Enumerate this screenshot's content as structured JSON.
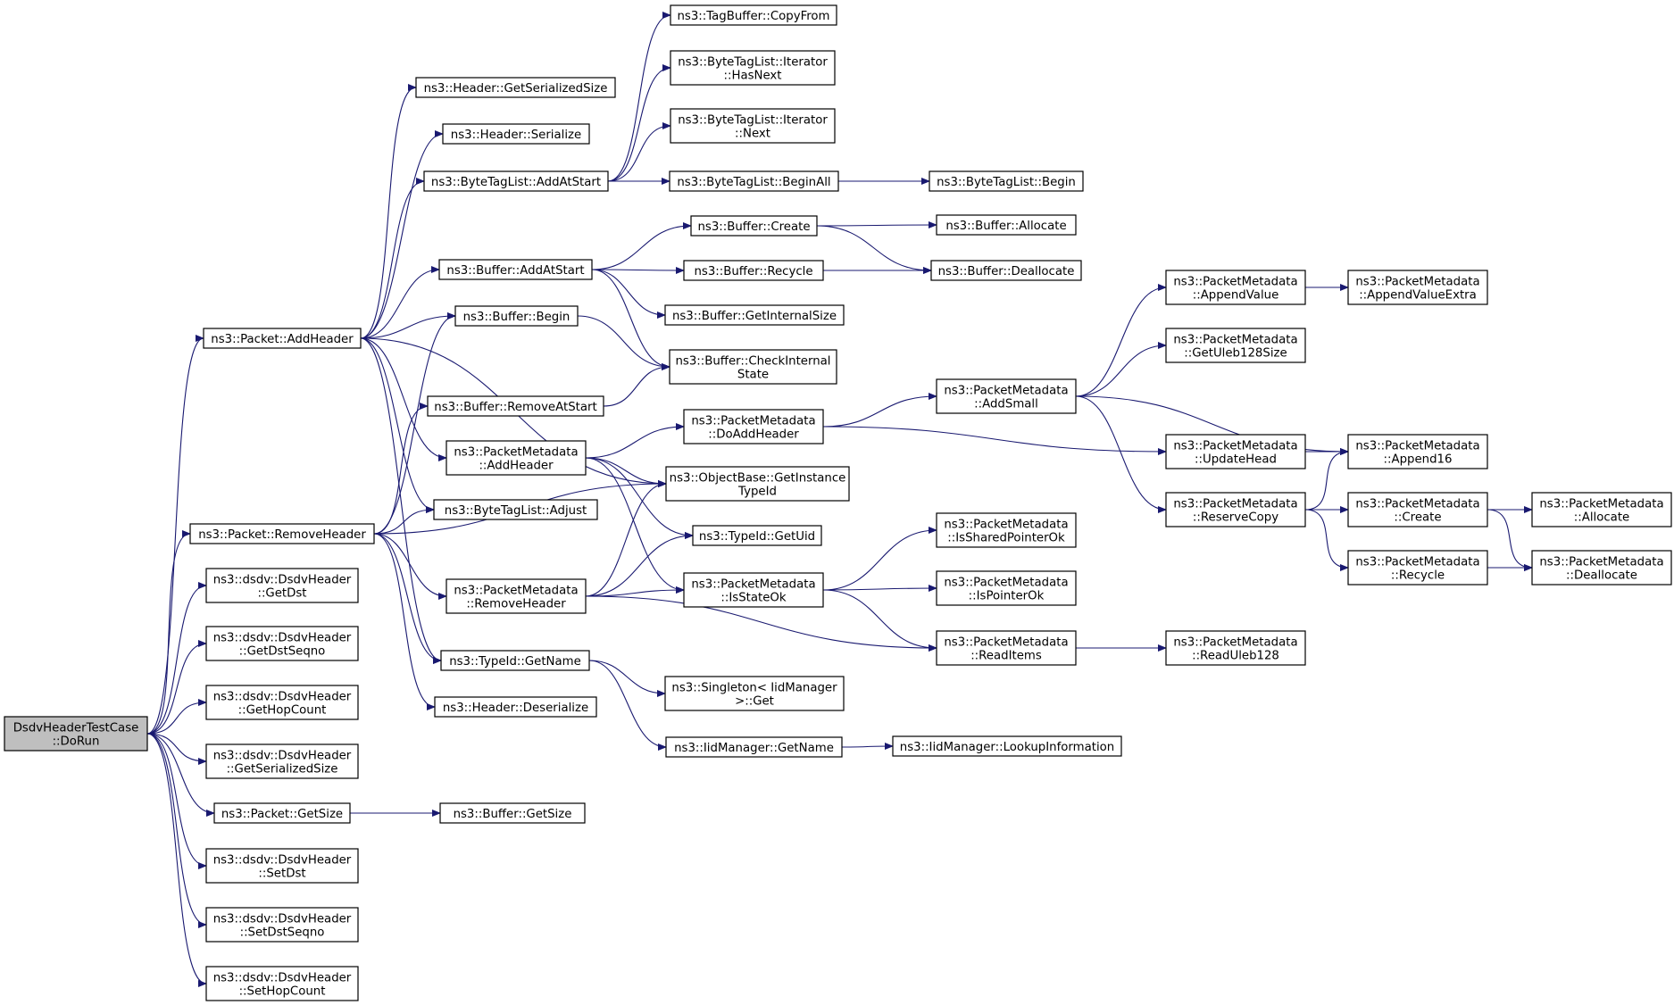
{
  "colors": {
    "edge": "#191970",
    "node_border": "#000000",
    "node_fill": "#ffffff",
    "root_fill": "#bfbfbf"
  },
  "nodes": [
    {
      "id": "root",
      "lines": [
        "DsdvHeaderTestCase",
        "::DoRun"
      ],
      "root": true
    },
    {
      "id": "packet_addheader",
      "lines": [
        "ns3::Packet::AddHeader"
      ]
    },
    {
      "id": "packet_removeheader",
      "lines": [
        "ns3::Packet::RemoveHeader"
      ]
    },
    {
      "id": "dsdv_getdst",
      "lines": [
        "ns3::dsdv::DsdvHeader",
        "::GetDst"
      ]
    },
    {
      "id": "dsdv_getdstseqno",
      "lines": [
        "ns3::dsdv::DsdvHeader",
        "::GetDstSeqno"
      ]
    },
    {
      "id": "dsdv_gethopcount",
      "lines": [
        "ns3::dsdv::DsdvHeader",
        "::GetHopCount"
      ]
    },
    {
      "id": "dsdv_getserializedsize",
      "lines": [
        "ns3::dsdv::DsdvHeader",
        "::GetSerializedSize"
      ]
    },
    {
      "id": "packet_getsize",
      "lines": [
        "ns3::Packet::GetSize"
      ]
    },
    {
      "id": "dsdv_setdst",
      "lines": [
        "ns3::dsdv::DsdvHeader",
        "::SetDst"
      ]
    },
    {
      "id": "dsdv_setdstseqno",
      "lines": [
        "ns3::dsdv::DsdvHeader",
        "::SetDstSeqno"
      ]
    },
    {
      "id": "dsdv_sethopcount",
      "lines": [
        "ns3::dsdv::DsdvHeader",
        "::SetHopCount"
      ]
    },
    {
      "id": "header_getserializedsize",
      "lines": [
        "ns3::Header::GetSerializedSize"
      ]
    },
    {
      "id": "header_serialize",
      "lines": [
        "ns3::Header::Serialize"
      ]
    },
    {
      "id": "bytetaglist_addatstart",
      "lines": [
        "ns3::ByteTagList::AddAtStart"
      ]
    },
    {
      "id": "buffer_addatstart",
      "lines": [
        "ns3::Buffer::AddAtStart"
      ]
    },
    {
      "id": "buffer_begin",
      "lines": [
        "ns3::Buffer::Begin"
      ]
    },
    {
      "id": "buffer_removeatstart",
      "lines": [
        "ns3::Buffer::RemoveAtStart"
      ]
    },
    {
      "id": "packetmetadata_addheader",
      "lines": [
        "ns3::PacketMetadata",
        "::AddHeader"
      ]
    },
    {
      "id": "bytetaglist_adjust",
      "lines": [
        "ns3::ByteTagList::Adjust"
      ]
    },
    {
      "id": "packetmetadata_removeheader",
      "lines": [
        "ns3::PacketMetadata",
        "::RemoveHeader"
      ]
    },
    {
      "id": "typeid_getname",
      "lines": [
        "ns3::TypeId::GetName"
      ]
    },
    {
      "id": "header_deserialize",
      "lines": [
        "ns3::Header::Deserialize"
      ]
    },
    {
      "id": "buffer_getsize",
      "lines": [
        "ns3::Buffer::GetSize"
      ]
    },
    {
      "id": "tagbuffer_copyfrom",
      "lines": [
        "ns3::TagBuffer::CopyFrom"
      ]
    },
    {
      "id": "bytetaglist_iterator_hasnext",
      "lines": [
        "ns3::ByteTagList::Iterator",
        "::HasNext"
      ]
    },
    {
      "id": "bytetaglist_iterator_next",
      "lines": [
        "ns3::ByteTagList::Iterator",
        "::Next"
      ]
    },
    {
      "id": "bytetaglist_beginall",
      "lines": [
        "ns3::ByteTagList::BeginAll"
      ]
    },
    {
      "id": "buffer_create",
      "lines": [
        "ns3::Buffer::Create"
      ]
    },
    {
      "id": "buffer_recycle",
      "lines": [
        "ns3::Buffer::Recycle"
      ]
    },
    {
      "id": "buffer_getinternalsize",
      "lines": [
        "ns3::Buffer::GetInternalSize"
      ]
    },
    {
      "id": "buffer_checkinternalstate",
      "lines": [
        "ns3::Buffer::CheckInternal",
        "State"
      ]
    },
    {
      "id": "packetmetadata_doaddheader",
      "lines": [
        "ns3::PacketMetadata",
        "::DoAddHeader"
      ]
    },
    {
      "id": "objectbase_getinstancetypeid",
      "lines": [
        "ns3::ObjectBase::GetInstance",
        "TypeId"
      ]
    },
    {
      "id": "typeid_getuid",
      "lines": [
        "ns3::TypeId::GetUid"
      ]
    },
    {
      "id": "packetmetadata_isstateok",
      "lines": [
        "ns3::PacketMetadata",
        "::IsStateOk"
      ]
    },
    {
      "id": "singleton_get",
      "lines": [
        "ns3::Singleton< IidManager",
        ">::Get"
      ]
    },
    {
      "id": "iidmanager_getname",
      "lines": [
        "ns3::IidManager::GetName"
      ]
    },
    {
      "id": "bytetaglist_begin",
      "lines": [
        "ns3::ByteTagList::Begin"
      ]
    },
    {
      "id": "buffer_allocate",
      "lines": [
        "ns3::Buffer::Allocate"
      ]
    },
    {
      "id": "buffer_deallocate",
      "lines": [
        "ns3::Buffer::Deallocate"
      ]
    },
    {
      "id": "packetmetadata_addsmall",
      "lines": [
        "ns3::PacketMetadata",
        "::AddSmall"
      ]
    },
    {
      "id": "packetmetadata_issharedpointerok",
      "lines": [
        "ns3::PacketMetadata",
        "::IsSharedPointerOk"
      ]
    },
    {
      "id": "packetmetadata_ispointerok",
      "lines": [
        "ns3::PacketMetadata",
        "::IsPointerOk"
      ]
    },
    {
      "id": "packetmetadata_readitems",
      "lines": [
        "ns3::PacketMetadata",
        "::ReadItems"
      ]
    },
    {
      "id": "iidmanager_lookupinformation",
      "lines": [
        "ns3::IidManager::LookupInformation"
      ]
    },
    {
      "id": "packetmetadata_appendvalue",
      "lines": [
        "ns3::PacketMetadata",
        "::AppendValue"
      ]
    },
    {
      "id": "packetmetadata_getuleb128size",
      "lines": [
        "ns3::PacketMetadata",
        "::GetUleb128Size"
      ]
    },
    {
      "id": "packetmetadata_updatehead",
      "lines": [
        "ns3::PacketMetadata",
        "::UpdateHead"
      ]
    },
    {
      "id": "packetmetadata_reservecopy",
      "lines": [
        "ns3::PacketMetadata",
        "::ReserveCopy"
      ]
    },
    {
      "id": "packetmetadata_readuleb128",
      "lines": [
        "ns3::PacketMetadata",
        "::ReadUleb128"
      ]
    },
    {
      "id": "packetmetadata_appendvalueextra",
      "lines": [
        "ns3::PacketMetadata",
        "::AppendValueExtra"
      ]
    },
    {
      "id": "packetmetadata_append16",
      "lines": [
        "ns3::PacketMetadata",
        "::Append16"
      ]
    },
    {
      "id": "packetmetadata_create",
      "lines": [
        "ns3::PacketMetadata",
        "::Create"
      ]
    },
    {
      "id": "packetmetadata_recycle",
      "lines": [
        "ns3::PacketMetadata",
        "::Recycle"
      ]
    },
    {
      "id": "packetmetadata_allocate",
      "lines": [
        "ns3::PacketMetadata",
        "::Allocate"
      ]
    },
    {
      "id": "packetmetadata_deallocate",
      "lines": [
        "ns3::PacketMetadata",
        "::Deallocate"
      ]
    }
  ],
  "edges": [
    [
      "root",
      "packet_addheader"
    ],
    [
      "root",
      "packet_removeheader"
    ],
    [
      "root",
      "dsdv_getdst"
    ],
    [
      "root",
      "dsdv_getdstseqno"
    ],
    [
      "root",
      "dsdv_gethopcount"
    ],
    [
      "root",
      "dsdv_getserializedsize"
    ],
    [
      "root",
      "packet_getsize"
    ],
    [
      "root",
      "dsdv_setdst"
    ],
    [
      "root",
      "dsdv_setdstseqno"
    ],
    [
      "root",
      "dsdv_sethopcount"
    ],
    [
      "packet_addheader",
      "header_getserializedsize"
    ],
    [
      "packet_addheader",
      "header_serialize"
    ],
    [
      "packet_addheader",
      "bytetaglist_addatstart"
    ],
    [
      "packet_addheader",
      "buffer_addatstart"
    ],
    [
      "packet_addheader",
      "buffer_begin"
    ],
    [
      "packet_addheader",
      "objectbase_getinstancetypeid"
    ],
    [
      "packet_addheader",
      "packetmetadata_addheader"
    ],
    [
      "packet_addheader",
      "bytetaglist_adjust"
    ],
    [
      "packet_addheader",
      "typeid_getname"
    ],
    [
      "packet_removeheader",
      "bytetaglist_adjust"
    ],
    [
      "packet_removeheader",
      "buffer_begin"
    ],
    [
      "packet_removeheader",
      "buffer_removeatstart"
    ],
    [
      "packet_removeheader",
      "objectbase_getinstancetypeid"
    ],
    [
      "packet_removeheader",
      "packetmetadata_removeheader"
    ],
    [
      "packet_removeheader",
      "typeid_getname"
    ],
    [
      "packet_removeheader",
      "header_deserialize"
    ],
    [
      "packet_getsize",
      "buffer_getsize"
    ],
    [
      "bytetaglist_addatstart",
      "tagbuffer_copyfrom"
    ],
    [
      "bytetaglist_addatstart",
      "bytetaglist_iterator_hasnext"
    ],
    [
      "bytetaglist_addatstart",
      "bytetaglist_iterator_next"
    ],
    [
      "bytetaglist_addatstart",
      "bytetaglist_beginall"
    ],
    [
      "bytetaglist_beginall",
      "bytetaglist_begin"
    ],
    [
      "buffer_addatstart",
      "buffer_create"
    ],
    [
      "buffer_addatstart",
      "buffer_recycle"
    ],
    [
      "buffer_addatstart",
      "buffer_getinternalsize"
    ],
    [
      "buffer_addatstart",
      "buffer_checkinternalstate"
    ],
    [
      "buffer_create",
      "buffer_allocate"
    ],
    [
      "buffer_create",
      "buffer_deallocate"
    ],
    [
      "buffer_recycle",
      "buffer_deallocate"
    ],
    [
      "buffer_begin",
      "buffer_checkinternalstate"
    ],
    [
      "buffer_removeatstart",
      "buffer_checkinternalstate"
    ],
    [
      "packetmetadata_addheader",
      "packetmetadata_doaddheader"
    ],
    [
      "packetmetadata_addheader",
      "objectbase_getinstancetypeid"
    ],
    [
      "packetmetadata_addheader",
      "typeid_getuid"
    ],
    [
      "packetmetadata_addheader",
      "packetmetadata_isstateok"
    ],
    [
      "packetmetadata_removeheader",
      "objectbase_getinstancetypeid"
    ],
    [
      "packetmetadata_removeheader",
      "typeid_getuid"
    ],
    [
      "packetmetadata_removeheader",
      "packetmetadata_isstateok"
    ],
    [
      "packetmetadata_removeheader",
      "packetmetadata_readitems"
    ],
    [
      "typeid_getname",
      "singleton_get"
    ],
    [
      "typeid_getname",
      "iidmanager_getname"
    ],
    [
      "iidmanager_getname",
      "iidmanager_lookupinformation"
    ],
    [
      "packetmetadata_doaddheader",
      "packetmetadata_addsmall"
    ],
    [
      "packetmetadata_doaddheader",
      "packetmetadata_updatehead"
    ],
    [
      "packetmetadata_isstateok",
      "packetmetadata_issharedpointerok"
    ],
    [
      "packetmetadata_isstateok",
      "packetmetadata_ispointerok"
    ],
    [
      "packetmetadata_isstateok",
      "packetmetadata_readitems"
    ],
    [
      "packetmetadata_readitems",
      "packetmetadata_readuleb128"
    ],
    [
      "packetmetadata_addsmall",
      "packetmetadata_appendvalue"
    ],
    [
      "packetmetadata_addsmall",
      "packetmetadata_getuleb128size"
    ],
    [
      "packetmetadata_addsmall",
      "packetmetadata_append16"
    ],
    [
      "packetmetadata_addsmall",
      "packetmetadata_reservecopy"
    ],
    [
      "packetmetadata_appendvalue",
      "packetmetadata_appendvalueextra"
    ],
    [
      "packetmetadata_updatehead",
      "packetmetadata_append16"
    ],
    [
      "packetmetadata_reservecopy",
      "packetmetadata_append16"
    ],
    [
      "packetmetadata_reservecopy",
      "packetmetadata_create"
    ],
    [
      "packetmetadata_reservecopy",
      "packetmetadata_recycle"
    ],
    [
      "packetmetadata_create",
      "packetmetadata_allocate"
    ],
    [
      "packetmetadata_create",
      "packetmetadata_deallocate"
    ],
    [
      "packetmetadata_recycle",
      "packetmetadata_deallocate"
    ]
  ]
}
